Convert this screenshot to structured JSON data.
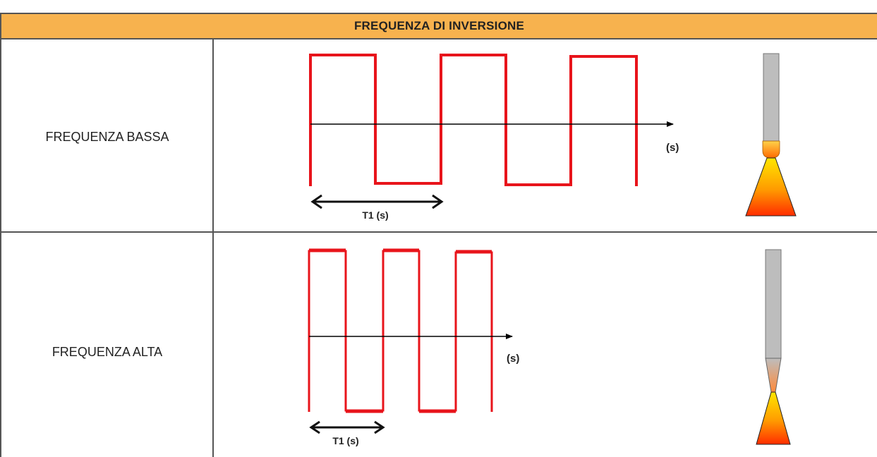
{
  "header": {
    "title": "FREQUENZA DI INVERSIONE"
  },
  "rows": [
    {
      "label": "FREQUENZA BASSA",
      "axis_label": "(s)",
      "period_label": "T1 (s)",
      "periods_shown": 2.5
    },
    {
      "label": "FREQUENZA ALTA",
      "axis_label": "(s)",
      "period_label": "T1 (s)",
      "periods_shown": 2.5
    }
  ],
  "colors": {
    "header_bg": "#f7b24e",
    "signal": "#e8141b",
    "grid": "#555555",
    "electrode": "#bdbdbd",
    "flame_top": "#ffe600",
    "flame_bottom": "#ff3300"
  }
}
